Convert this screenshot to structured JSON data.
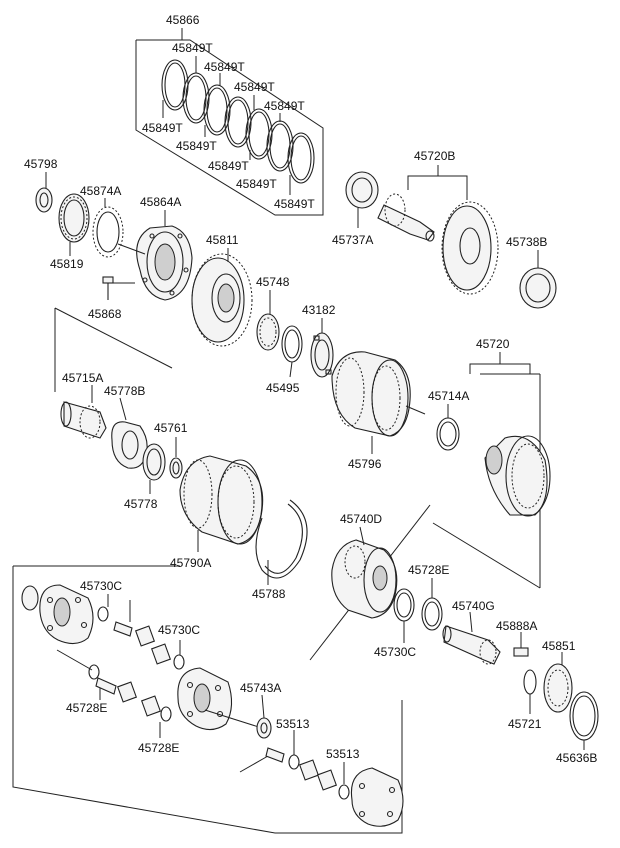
{
  "labels": {
    "l45866": "45866",
    "l45849T_1": "45849T",
    "l45849T_2": "45849T",
    "l45849T_3": "45849T",
    "l45849T_4": "45849T",
    "l45849T_5": "45849T",
    "l45849T_6": "45849T",
    "l45849T_7": "45849T",
    "l45849T_8": "45849T",
    "l45798": "45798",
    "l45874A": "45874A",
    "l45864A": "45864A",
    "l45819": "45819",
    "l45868": "45868",
    "l45811": "45811",
    "l45748": "45748",
    "l43182": "43182",
    "l45495": "45495",
    "l45720B": "45720B",
    "l45737A": "45737A",
    "l45738B": "45738B",
    "l45720": "45720",
    "l45714A": "45714A",
    "l45715A": "45715A",
    "l45778B": "45778B",
    "l45761": "45761",
    "l45778": "45778",
    "l45796": "45796",
    "l45790A": "45790A",
    "l45788": "45788",
    "l45740D": "45740D",
    "l45728E_1": "45728E",
    "l45730C_1": "45730C",
    "l45730C_2": "45730C",
    "l45730C_3": "45730C",
    "l45740G": "45740G",
    "l45888A": "45888A",
    "l45851": "45851",
    "l45728E_2": "45728E",
    "l45743A": "45743A",
    "l45728E_3": "45728E",
    "l53513_1": "53513",
    "l53513_2": "53513",
    "l45721": "45721",
    "l45636B": "45636B"
  }
}
